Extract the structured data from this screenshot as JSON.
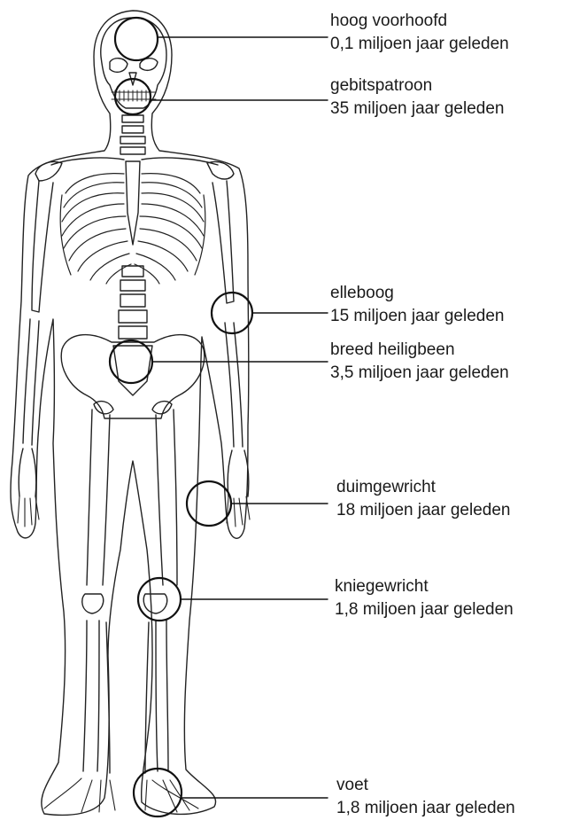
{
  "annotations": [
    {
      "feature": "hoog voorhoofd",
      "age": "0,1 miljoen jaar geleden"
    },
    {
      "feature": "gebitspatroon",
      "age": "35 miljoen jaar geleden"
    },
    {
      "feature": "elleboog",
      "age": "15 miljoen jaar geleden"
    },
    {
      "feature": "breed heiligbeen",
      "age": "3,5 miljoen jaar geleden"
    },
    {
      "feature": "duimgewricht",
      "age": "18 miljoen jaar geleden"
    },
    {
      "feature": "kniegewricht",
      "age": "1,8 miljoen jaar geleden"
    },
    {
      "feature": "voet",
      "age": "1,8 miljoen jaar geleden"
    }
  ]
}
